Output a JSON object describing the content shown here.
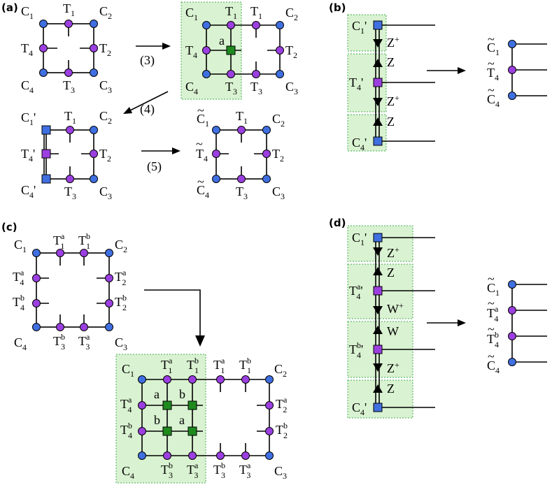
{
  "panels": {
    "a": "(a)",
    "b": "(b)",
    "c": "(c)",
    "d": "(d)"
  },
  "steps": {
    "s3": "(3)",
    "s4": "(4)",
    "s5": "(5)"
  },
  "labels": {
    "C": "C",
    "T": "T",
    "Z": "Z",
    "W": "W",
    "plus": "+",
    "prime": "'",
    "a": "a",
    "b": "b",
    "s1": "1",
    "s2": "2",
    "s3": "3",
    "s4": "4",
    "tilde": "~"
  },
  "colors": {
    "corner": "#3f6fe0",
    "edge": "#9b3fe0",
    "projector": "#1e8a1e",
    "highlight": "#d8f2cf"
  }
}
